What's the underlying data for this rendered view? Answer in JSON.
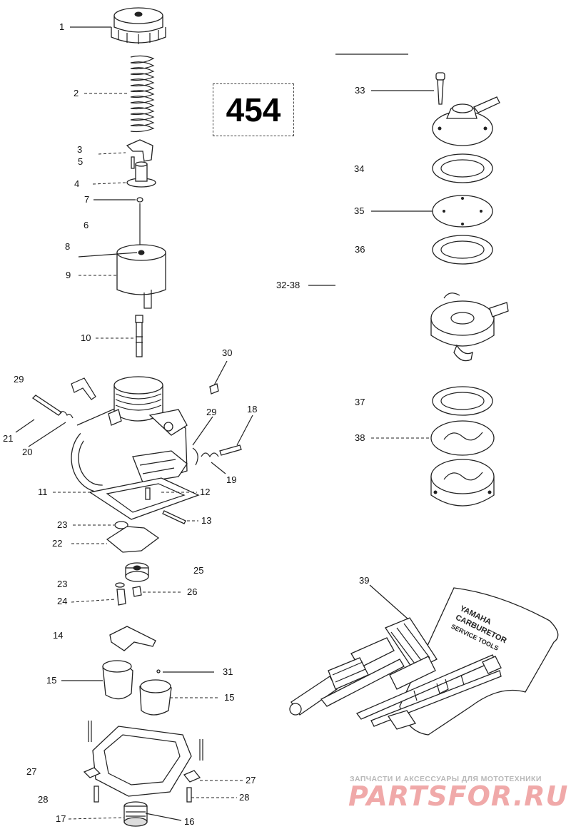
{
  "diagram_number": "454",
  "callouts": [
    "1",
    "2",
    "3",
    "5",
    "4",
    "7",
    "6",
    "8",
    "9",
    "10",
    "30",
    "29",
    "18",
    "21",
    "20",
    "29",
    "19",
    "11",
    "12",
    "13",
    "23",
    "22",
    "25",
    "23",
    "24",
    "26",
    "14",
    "15",
    "31",
    "15",
    "27",
    "27",
    "28",
    "28",
    "17",
    "16",
    "33",
    "34",
    "35",
    "36",
    "32-38",
    "37",
    "38",
    "39"
  ],
  "tool_kit_tag": {
    "line1": "YAMAHA",
    "line2": "CARBURETOR",
    "line3": "SERVICE TOOLS"
  },
  "watermark": {
    "tagline": "ЗАПЧАСТИ И АКСЕССУАРЫ ДЛЯ МОТОТЕХНИКИ",
    "site": "PARTSFOR.RU"
  }
}
